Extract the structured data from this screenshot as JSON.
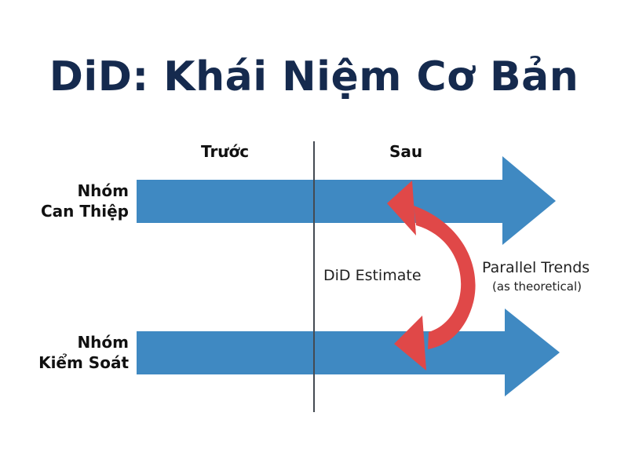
{
  "title": "DiD: Khái Niệm Cơ Bản",
  "columns": {
    "before": "Trước",
    "after": "Sau"
  },
  "rows": [
    {
      "line1": "Nhóm",
      "line2": "Can Thiệp"
    },
    {
      "line1": "Nhóm",
      "line2": "Kiểm Soát"
    }
  ],
  "annotations": {
    "did_estimate": "DiD Estimate",
    "parallel_trends": "Parallel Trends",
    "parallel_trends_sub": "(as theoretical)"
  },
  "colors": {
    "arrow_blue": "#3f89c2",
    "curve_red": "#e04848",
    "title_navy": "#152a4e",
    "divider": "#444a52"
  }
}
